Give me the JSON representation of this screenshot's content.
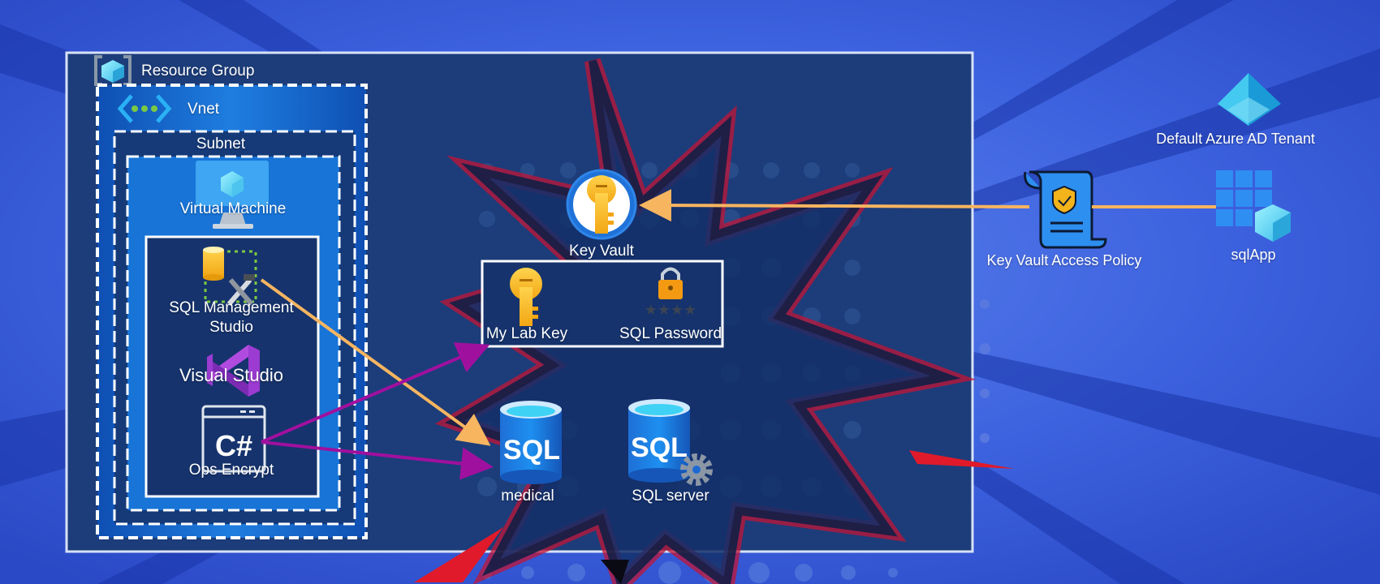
{
  "resource_group": {
    "label": "Resource Group"
  },
  "vnet": {
    "label": "Vnet"
  },
  "subnet": {
    "label": "Subnet"
  },
  "virtual_machine": {
    "label": "Virtual Machine"
  },
  "ssms": {
    "label": "SQL Management Studio"
  },
  "visual_studio": {
    "label": "Visual Studio"
  },
  "ops_encrypt": {
    "label": "Ops Encrypt",
    "icon_text": "C#"
  },
  "key_vault": {
    "label": "Key Vault"
  },
  "secrets": {
    "my_lab_key": "My Lab Key",
    "sql_password": "SQL Password"
  },
  "databases": {
    "medical": "medical",
    "sql_server": "SQL server",
    "icon_text": "SQL"
  },
  "access_policy": {
    "label": "Key Vault Access Policy"
  },
  "tenant": {
    "label": "Default Azure AD Tenant"
  },
  "app": {
    "label": "sqlApp"
  },
  "icons": {
    "resource_group": "resource-group-icon",
    "vnet": "vnet-icon",
    "virtual_machine": "monitor-cube-icon",
    "ssms": "database-tools-icon",
    "visual_studio": "visual-studio-icon",
    "ops_encrypt": "csharp-window-icon",
    "key_vault": "key-circle-icon",
    "my_lab_key": "key-icon",
    "sql_password": "padlock-icon",
    "medical": "sql-database-icon",
    "sql_server": "sql-server-gear-icon",
    "access_policy": "policy-scroll-icon",
    "tenant": "azure-ad-pyramid-icon",
    "app": "app-registration-icon"
  },
  "colors": {
    "background": "#3e63df",
    "panel": "#1c3d7a",
    "vnet_fill": "#1565c8",
    "arrow_orange": "#f7b560",
    "arrow_purple": "#a0109e",
    "burst_dark": "#0f2a58",
    "burst_red": "#c21435"
  }
}
